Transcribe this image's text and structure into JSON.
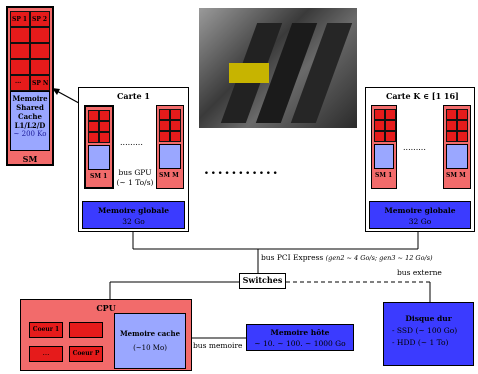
{
  "sm_detail": {
    "sp1": "SP 1",
    "sp2": "SP 2",
    "dots": "...",
    "spn": "SP N",
    "mem_line1": "Memoire",
    "mem_line2": "Shared",
    "mem_line3": "Cache",
    "mem_line4": "L1/L2/D",
    "mem_size": "~ 200 Ko",
    "label": "SM"
  },
  "card1": {
    "title": "Carte 1",
    "sm_first": "SM 1",
    "sm_last": "SM M",
    "dots": ".........",
    "bus_label": "bus GPU",
    "bus_speed": "(~ 1 To/s)",
    "global_mem": "Memoire globale",
    "global_size": "32 Go"
  },
  "middle_dots": "...........",
  "cardK": {
    "title": "Carte K ∈ [1 16]",
    "sm_first": "SM 1",
    "sm_last": "SM M",
    "dots": ".........",
    "global_mem": "Memoire globale",
    "global_size": "32 Go"
  },
  "pci": {
    "label": "bus PCI Express",
    "detail": "(gen2 ~ 4 Go/s; gen3 ~ 12 Go/s)"
  },
  "switches": "Switches",
  "bus_externe": "bus externe",
  "cpu": {
    "title": "CPU",
    "core1": "Coeur 1",
    "dots": "...",
    "coreP": "Coeur P",
    "cache_title": "Memoire cache",
    "cache_size": "(~10 Mo)"
  },
  "bus_memoire": "bus memoire",
  "host_mem": {
    "title": "Memoire hôte",
    "sizes": "~ 10. ~ 100. ~ 1000 Go"
  },
  "disk": {
    "title": "Disque dur",
    "ssd": "- SSD (~ 100 Go)",
    "hdd": "- HDD (~ 1 To)"
  },
  "colors": {
    "red_light": "#f26b6b",
    "red_dark": "#e61b1b",
    "blue": "#3b3bff",
    "blue_light": "#9aa7ff"
  }
}
